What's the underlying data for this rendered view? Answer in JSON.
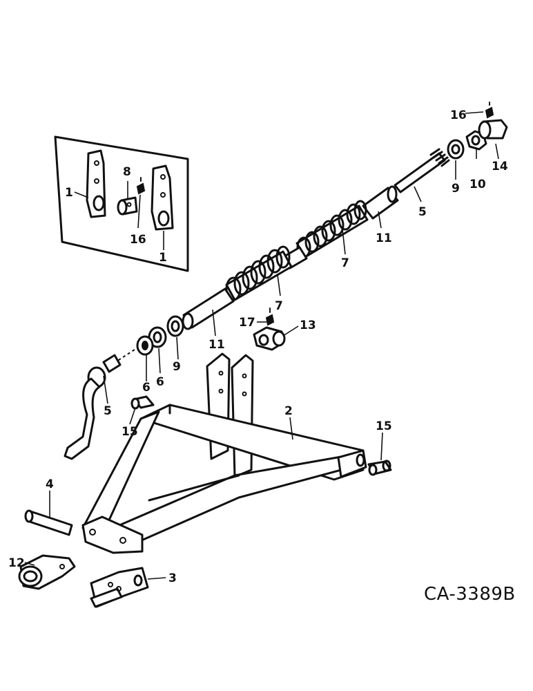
{
  "figure": {
    "drawing_code": "CA-3389B",
    "callouts": {
      "c1a": "1",
      "c1b": "1",
      "c8": "8",
      "c16a": "16",
      "c16b": "16",
      "c2": "2",
      "c3": "3",
      "c4": "4",
      "c5a": "5",
      "c5b": "5",
      "c6a": "6",
      "c6b": "6",
      "c7a": "7",
      "c7b": "7",
      "c9a": "9",
      "c9b": "9",
      "c10": "10",
      "c11a": "11",
      "c11b": "11",
      "c12": "12",
      "c13": "13",
      "c14": "14",
      "c15a": "15",
      "c15b": "15",
      "c17": "17"
    }
  }
}
